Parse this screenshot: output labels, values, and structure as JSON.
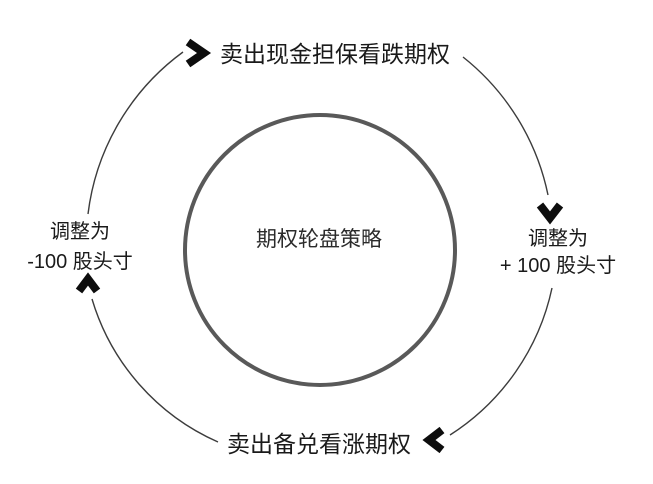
{
  "diagram": {
    "title": "期权轮盘策略",
    "center_label": "期权轮盘策略",
    "steps": {
      "top": "卖出现金担保看跌期权",
      "right_line1": "调整为",
      "right_line2": "+ 100 股头寸",
      "bottom": "卖出备兑看涨期权",
      "left_line1": "调整为",
      "left_line2": "-100 股头寸"
    },
    "flow_order": [
      "卖出现金担保看跌期权",
      "调整为 + 100 股头寸",
      "卖出备兑看涨期权",
      "调整为 -100 股头寸"
    ],
    "flow_direction": "clockwise",
    "colors": {
      "background": "#ffffff",
      "circle_stroke": "#595959",
      "arc_stroke": "#3c3c3c",
      "arrow_fill": "#0d0d0d",
      "text": "#1a1a1a"
    }
  }
}
